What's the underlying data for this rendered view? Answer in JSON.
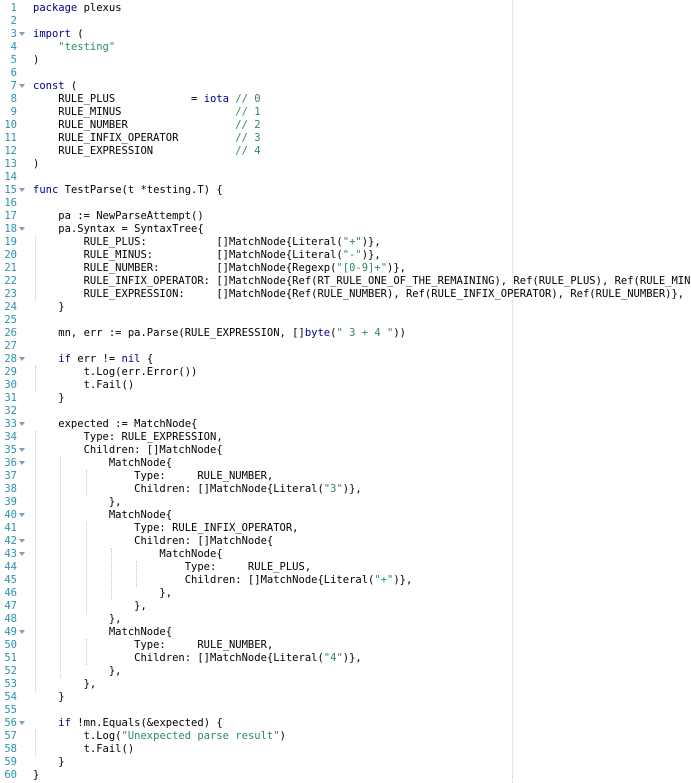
{
  "editor": {
    "lines": [
      {
        "n": "1",
        "fold": false,
        "segs": [
          [
            "k",
            "package"
          ],
          [
            "g",
            " plexus"
          ]
        ]
      },
      {
        "n": "2",
        "fold": false,
        "segs": []
      },
      {
        "n": "3",
        "fold": true,
        "segs": [
          [
            "k",
            "import"
          ],
          [
            "g",
            " ("
          ]
        ]
      },
      {
        "n": "4",
        "fold": false,
        "segs": [
          [
            "g",
            "    "
          ],
          [
            "s",
            "\"testing\""
          ]
        ]
      },
      {
        "n": "5",
        "fold": false,
        "segs": [
          [
            "g",
            ")"
          ]
        ]
      },
      {
        "n": "6",
        "fold": false,
        "segs": []
      },
      {
        "n": "7",
        "fold": true,
        "segs": [
          [
            "k",
            "const"
          ],
          [
            "g",
            " ("
          ]
        ]
      },
      {
        "n": "8",
        "fold": false,
        "segs": [
          [
            "g",
            "    RULE_PLUS            = "
          ],
          [
            "k",
            "iota"
          ],
          [
            "g",
            " "
          ],
          [
            "c",
            "// 0"
          ]
        ]
      },
      {
        "n": "9",
        "fold": false,
        "segs": [
          [
            "g",
            "    RULE_MINUS                  "
          ],
          [
            "c",
            "// 1"
          ]
        ]
      },
      {
        "n": "10",
        "fold": false,
        "segs": [
          [
            "g",
            "    RULE_NUMBER                 "
          ],
          [
            "c",
            "// 2"
          ]
        ]
      },
      {
        "n": "11",
        "fold": false,
        "segs": [
          [
            "g",
            "    RULE_INFIX_OPERATOR         "
          ],
          [
            "c",
            "// 3"
          ]
        ]
      },
      {
        "n": "12",
        "fold": false,
        "segs": [
          [
            "g",
            "    RULE_EXPRESSION             "
          ],
          [
            "c",
            "// 4"
          ]
        ]
      },
      {
        "n": "13",
        "fold": false,
        "segs": [
          [
            "g",
            ")"
          ]
        ]
      },
      {
        "n": "14",
        "fold": false,
        "segs": []
      },
      {
        "n": "15",
        "fold": true,
        "segs": [
          [
            "k",
            "func"
          ],
          [
            "g",
            " TestParse(t *testing.T) {"
          ]
        ]
      },
      {
        "n": "16",
        "fold": false,
        "segs": []
      },
      {
        "n": "17",
        "fold": false,
        "segs": [
          [
            "g",
            "    pa := NewParseAttempt()"
          ]
        ]
      },
      {
        "n": "18",
        "fold": true,
        "segs": [
          [
            "g",
            "    pa.Syntax = SyntaxTree{"
          ]
        ]
      },
      {
        "n": "19",
        "fold": false,
        "segs": [
          [
            "g",
            "        RULE_PLUS:           []MatchNode{Literal("
          ],
          [
            "s",
            "\"+\""
          ],
          [
            "g",
            ")},"
          ]
        ]
      },
      {
        "n": "20",
        "fold": false,
        "segs": [
          [
            "g",
            "        RULE_MINUS:          []MatchNode{Literal("
          ],
          [
            "s",
            "\"-\""
          ],
          [
            "g",
            ")},"
          ]
        ]
      },
      {
        "n": "21",
        "fold": false,
        "segs": [
          [
            "g",
            "        RULE_NUMBER:         []MatchNode{Regexp("
          ],
          [
            "s",
            "\"[0-9]+\""
          ],
          [
            "g",
            ")},"
          ]
        ]
      },
      {
        "n": "22",
        "fold": false,
        "segs": [
          [
            "g",
            "        RULE_INFIX_OPERATOR: []MatchNode{Ref(RT_RULE_ONE_OF_THE_REMAINING), Ref(RULE_PLUS), Ref(RULE_MINUS)},"
          ]
        ]
      },
      {
        "n": "23",
        "fold": false,
        "segs": [
          [
            "g",
            "        RULE_EXPRESSION:     []MatchNode{Ref(RULE_NUMBER), Ref(RULE_INFIX_OPERATOR), Ref(RULE_NUMBER)},"
          ]
        ]
      },
      {
        "n": "24",
        "fold": false,
        "segs": [
          [
            "g",
            "    }"
          ]
        ]
      },
      {
        "n": "25",
        "fold": false,
        "segs": []
      },
      {
        "n": "26",
        "fold": false,
        "segs": [
          [
            "g",
            "    mn, err := pa.Parse(RULE_EXPRESSION, []"
          ],
          [
            "k",
            "byte"
          ],
          [
            "g",
            "("
          ],
          [
            "s",
            "\" 3 + 4 \""
          ],
          [
            "g",
            "))"
          ]
        ]
      },
      {
        "n": "27",
        "fold": false,
        "segs": []
      },
      {
        "n": "28",
        "fold": true,
        "segs": [
          [
            "g",
            "    "
          ],
          [
            "k",
            "if"
          ],
          [
            "g",
            " err != "
          ],
          [
            "k",
            "nil"
          ],
          [
            "g",
            " {"
          ]
        ]
      },
      {
        "n": "29",
        "fold": false,
        "segs": [
          [
            "g",
            "        t.Log(err.Error())"
          ]
        ]
      },
      {
        "n": "30",
        "fold": false,
        "segs": [
          [
            "g",
            "        t.Fail()"
          ]
        ]
      },
      {
        "n": "31",
        "fold": false,
        "segs": [
          [
            "g",
            "    }"
          ]
        ]
      },
      {
        "n": "32",
        "fold": false,
        "segs": []
      },
      {
        "n": "33",
        "fold": true,
        "segs": [
          [
            "g",
            "    expected := MatchNode{"
          ]
        ]
      },
      {
        "n": "34",
        "fold": false,
        "segs": [
          [
            "g",
            "        Type: RULE_EXPRESSION,"
          ]
        ]
      },
      {
        "n": "35",
        "fold": true,
        "segs": [
          [
            "g",
            "        Children: []MatchNode{"
          ]
        ]
      },
      {
        "n": "36",
        "fold": true,
        "segs": [
          [
            "g",
            "            MatchNode{"
          ]
        ]
      },
      {
        "n": "37",
        "fold": false,
        "segs": [
          [
            "g",
            "                Type:     RULE_NUMBER,"
          ]
        ]
      },
      {
        "n": "38",
        "fold": false,
        "segs": [
          [
            "g",
            "                Children: []MatchNode{Literal("
          ],
          [
            "s",
            "\"3\""
          ],
          [
            "g",
            ")},"
          ]
        ]
      },
      {
        "n": "39",
        "fold": false,
        "segs": [
          [
            "g",
            "            },"
          ]
        ]
      },
      {
        "n": "40",
        "fold": true,
        "segs": [
          [
            "g",
            "            MatchNode{"
          ]
        ]
      },
      {
        "n": "41",
        "fold": false,
        "segs": [
          [
            "g",
            "                Type: RULE_INFIX_OPERATOR,"
          ]
        ]
      },
      {
        "n": "42",
        "fold": true,
        "segs": [
          [
            "g",
            "                Children: []MatchNode{"
          ]
        ]
      },
      {
        "n": "43",
        "fold": true,
        "segs": [
          [
            "g",
            "                    MatchNode{"
          ]
        ]
      },
      {
        "n": "44",
        "fold": false,
        "segs": [
          [
            "g",
            "                        Type:     RULE_PLUS,"
          ]
        ]
      },
      {
        "n": "45",
        "fold": false,
        "segs": [
          [
            "g",
            "                        Children: []MatchNode{Literal("
          ],
          [
            "s",
            "\"+\""
          ],
          [
            "g",
            ")},"
          ]
        ]
      },
      {
        "n": "46",
        "fold": false,
        "segs": [
          [
            "g",
            "                    },"
          ]
        ]
      },
      {
        "n": "47",
        "fold": false,
        "segs": [
          [
            "g",
            "                },"
          ]
        ]
      },
      {
        "n": "48",
        "fold": false,
        "segs": [
          [
            "g",
            "            },"
          ]
        ]
      },
      {
        "n": "49",
        "fold": true,
        "segs": [
          [
            "g",
            "            MatchNode{"
          ]
        ]
      },
      {
        "n": "50",
        "fold": false,
        "segs": [
          [
            "g",
            "                Type:     RULE_NUMBER,"
          ]
        ]
      },
      {
        "n": "51",
        "fold": false,
        "segs": [
          [
            "g",
            "                Children: []MatchNode{Literal("
          ],
          [
            "s",
            "\"4\""
          ],
          [
            "g",
            ")},"
          ]
        ]
      },
      {
        "n": "52",
        "fold": false,
        "segs": [
          [
            "g",
            "            },"
          ]
        ]
      },
      {
        "n": "53",
        "fold": false,
        "segs": [
          [
            "g",
            "        },"
          ]
        ]
      },
      {
        "n": "54",
        "fold": false,
        "segs": [
          [
            "g",
            "    }"
          ]
        ]
      },
      {
        "n": "55",
        "fold": false,
        "segs": []
      },
      {
        "n": "56",
        "fold": true,
        "segs": [
          [
            "g",
            "    "
          ],
          [
            "k",
            "if"
          ],
          [
            "g",
            " !mn.Equals(&expected) {"
          ]
        ]
      },
      {
        "n": "57",
        "fold": false,
        "segs": [
          [
            "g",
            "        t.Log("
          ],
          [
            "s",
            "\"Unexpected parse result\""
          ],
          [
            "g",
            ")"
          ]
        ]
      },
      {
        "n": "58",
        "fold": false,
        "segs": [
          [
            "g",
            "        t.Fail()"
          ]
        ]
      },
      {
        "n": "59",
        "fold": false,
        "segs": [
          [
            "g",
            "    }"
          ]
        ]
      },
      {
        "n": "60",
        "fold": false,
        "segs": [
          [
            "g",
            "}"
          ]
        ]
      }
    ],
    "colors": {
      "line_number": "#2b91af",
      "keyword": "#00008b",
      "string": "#2e8b57",
      "comment": "#2e8b57",
      "background": "#ffffff"
    }
  }
}
